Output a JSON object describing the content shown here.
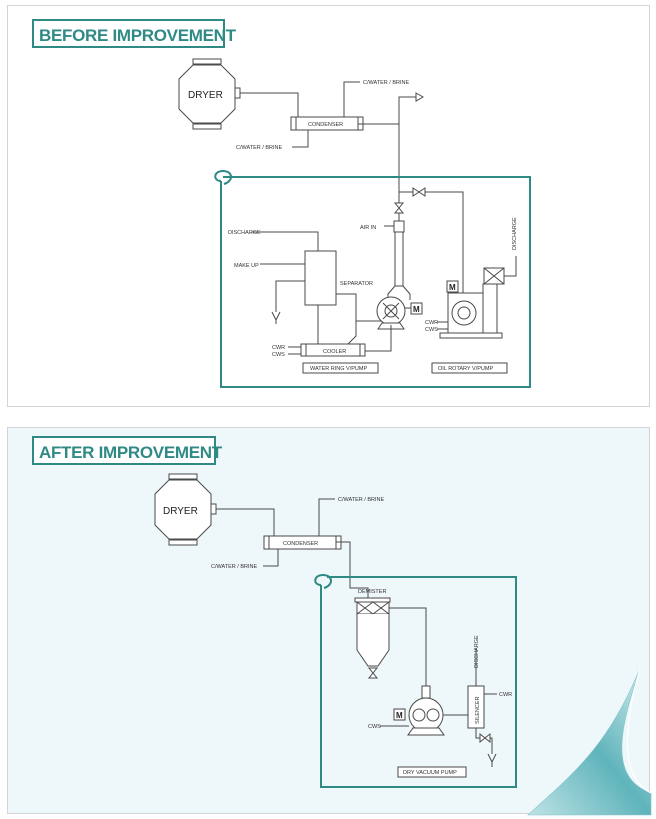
{
  "before": {
    "heading": "BEFORE IMPROVEMENT",
    "dryer": "DRYER",
    "condenser": "CONDENSER",
    "cwater_brine_top": "C/WATER / BRINE",
    "cwater_brine_bottom": "C/WATER / BRINE",
    "discharge_left": "DISCHARGE",
    "make_up": "MAKE UP",
    "separator": "SEPARATOR",
    "air_in": "AIR IN",
    "motor": "M",
    "motor_rotary": "M",
    "cooler": "COOLER",
    "cwr_left": "CWR",
    "cws_left": "CWS",
    "cwr_right": "CWR",
    "cws_right": "CWS",
    "discharge_right": "DISCHARGE",
    "water_ring_caption": "WATER RING V/PUMP",
    "oil_rotary_caption": "OIL ROTARY V/PUMP"
  },
  "after": {
    "heading": "AFTER IMPROVEMENT",
    "dryer": "DRYER",
    "condenser": "CONDENSER",
    "cwater_brine_top": "C/WATER / BRINE",
    "cwater_brine_bottom": "C/WATER / BRINE",
    "demister": "DEMISTER",
    "discharge": "DISCHARGE",
    "silencer": "SILENCER",
    "cwr": "CWR",
    "cws": "CWS",
    "motor": "M",
    "dry_pump_caption": "DRY VACUUM PUMP"
  },
  "colors": {
    "accent": "#2f8a86",
    "line": "#4a4a4a",
    "after_background": "#eef7f9"
  }
}
